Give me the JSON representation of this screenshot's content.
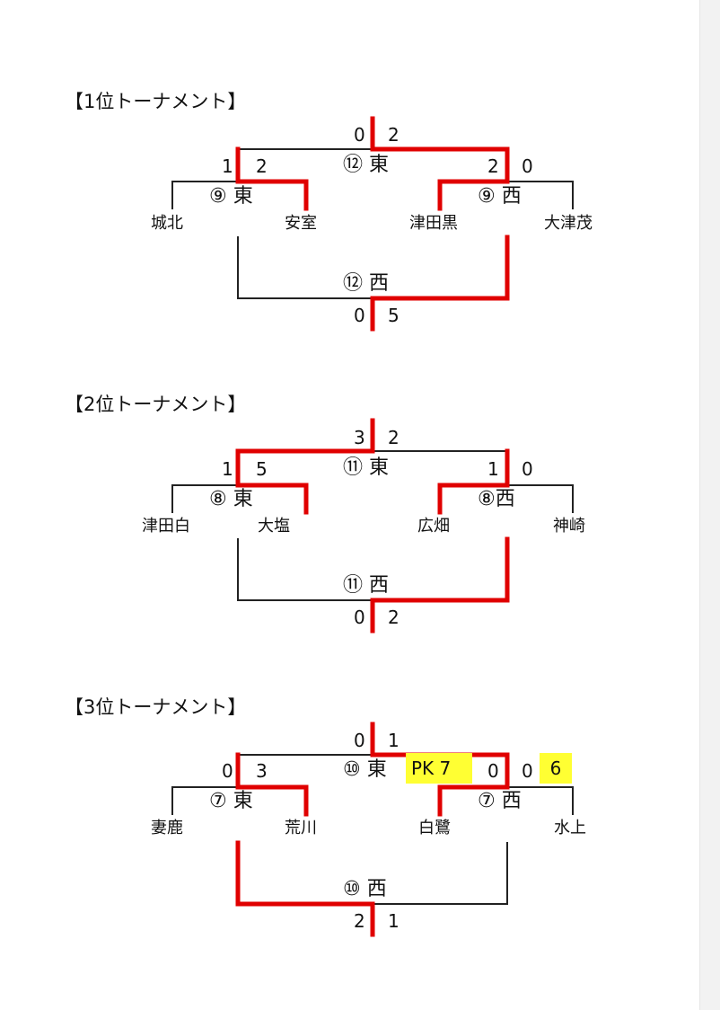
{
  "colors": {
    "winner_line": "#e00000",
    "line": "#222222",
    "highlight": "#ffff33"
  },
  "tournaments": [
    {
      "title": "【1位トーナメント】",
      "final_scores": [
        "0",
        "2"
      ],
      "final_name": "⑫ 東",
      "semi_east": {
        "scores": [
          "1",
          "2"
        ],
        "name": "⑨ 東",
        "teams": [
          "城北",
          "安室"
        ]
      },
      "semi_west": {
        "scores": [
          "2",
          "0"
        ],
        "name": "⑨ 西",
        "teams": [
          "津田黒",
          "大津茂"
        ]
      },
      "third_name": "⑫ 西",
      "third_scores": [
        "0",
        "5"
      ]
    },
    {
      "title": "【2位トーナメント】",
      "final_scores": [
        "3",
        "2"
      ],
      "final_name": "⑪ 東",
      "semi_east": {
        "scores": [
          "1",
          "5"
        ],
        "name": "⑧ 東",
        "teams": [
          "津田白",
          "大塩"
        ]
      },
      "semi_west": {
        "scores": [
          "1",
          "0"
        ],
        "name": "⑧西",
        "teams": [
          "広畑",
          "神崎"
        ]
      },
      "third_name": "⑪ 西",
      "third_scores": [
        "0",
        "2"
      ]
    },
    {
      "title": "【3位トーナメント】",
      "final_scores": [
        "0",
        "1"
      ],
      "final_name": "⑩ 東",
      "final_pk": "PK 7",
      "semi_east": {
        "scores": [
          "0",
          "3"
        ],
        "name": "⑦ 東",
        "teams": [
          "妻鹿",
          "荒川"
        ]
      },
      "semi_west": {
        "scores": [
          "0",
          "0"
        ],
        "pk": "6",
        "name": "⑦ 西",
        "teams": [
          "白鷺",
          "水上"
        ]
      },
      "third_name": "⑩ 西",
      "third_scores": [
        "2",
        "1"
      ]
    }
  ]
}
